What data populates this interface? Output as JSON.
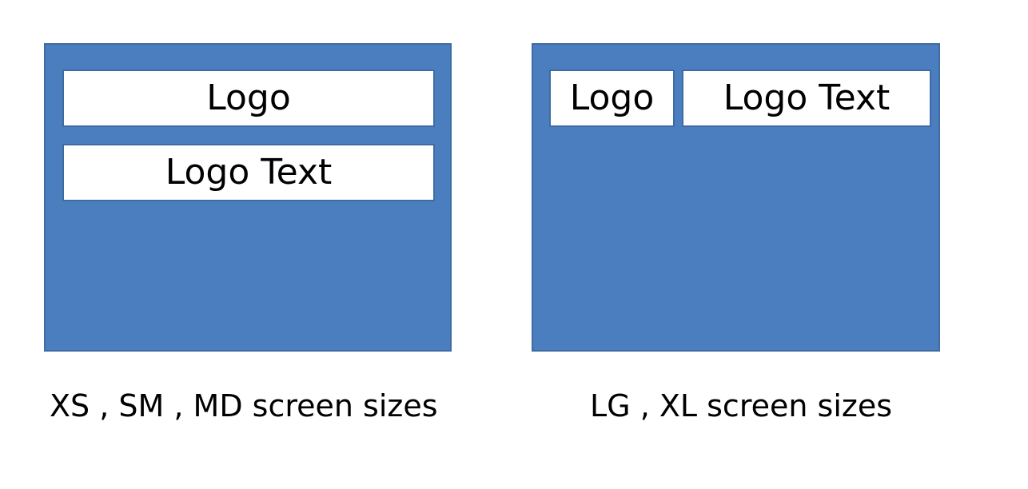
{
  "colors": {
    "panel_fill": "#4a7ebf",
    "panel_border": "#3f6ba3",
    "box_fill": "#ffffff"
  },
  "left_panel": {
    "logo_label": "Logo",
    "logo_text_label": "Logo Text",
    "caption": "XS , SM , MD screen sizes"
  },
  "right_panel": {
    "logo_label": "Logo",
    "logo_text_label": "Logo Text",
    "caption": "LG , XL  screen sizes"
  }
}
